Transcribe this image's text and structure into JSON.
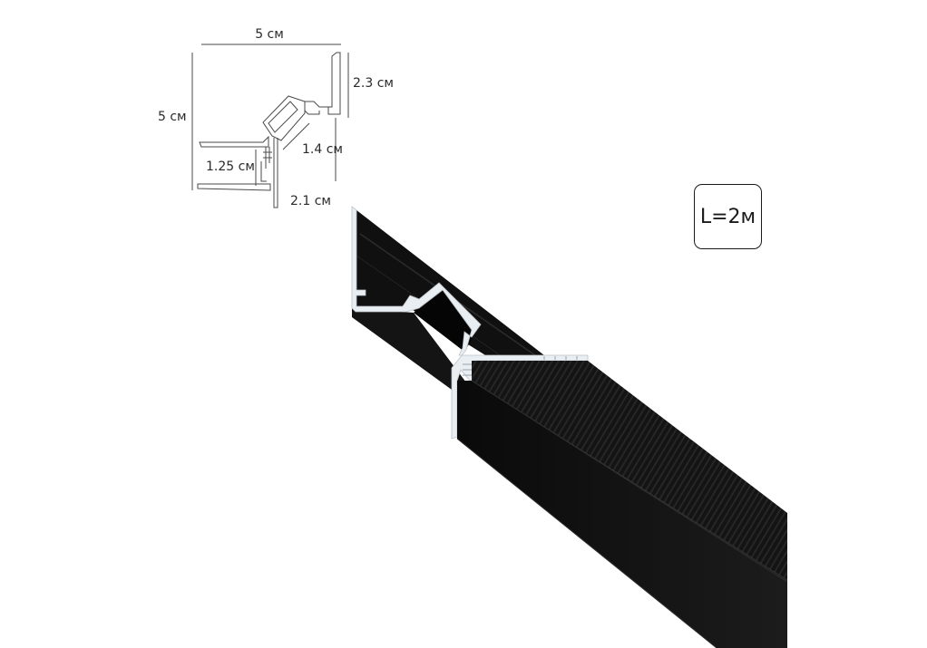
{
  "diagram": {
    "dimensions": {
      "top_width": "5 см",
      "left_height": "5 см",
      "right_height": "2.3 см",
      "diagonal": "1.4 см",
      "lower_left": "1.25 см",
      "bottom_width": "2.1 см"
    },
    "length_badge": "L=2м"
  },
  "colors": {
    "profile_dark": "#0d0d0d",
    "profile_mid": "#1b1b1b",
    "aluminum_edge": "#e9eef2",
    "outline": "#4a4a4a"
  }
}
